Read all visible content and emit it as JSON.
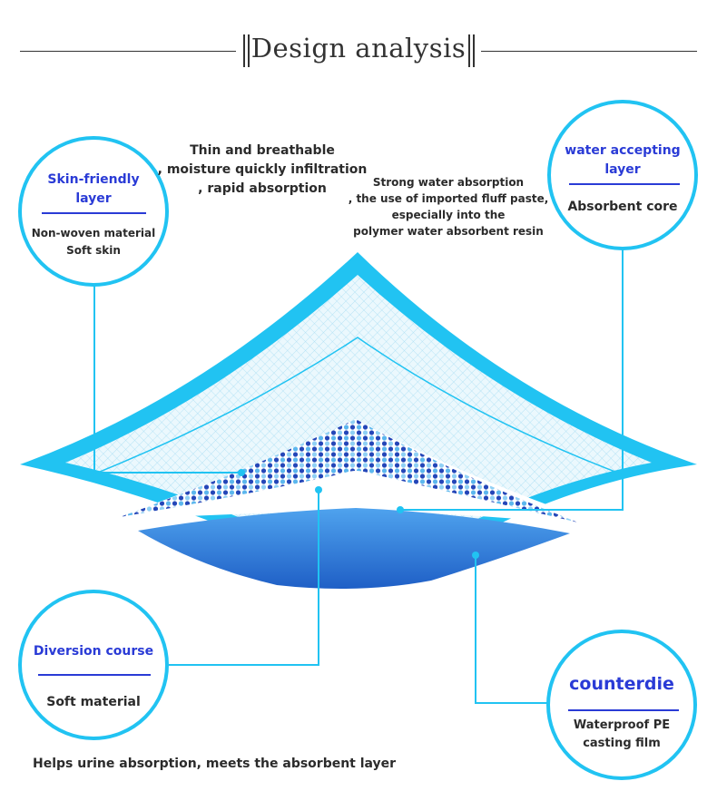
{
  "title": "Design analysis",
  "notes": {
    "breathable": [
      "Thin and breathable",
      ", moisture quickly infiltration",
      ", rapid absorption"
    ],
    "absorption": [
      "Strong water absorption",
      ", the use of imported fluff paste,",
      "especially into the",
      "polymer water absorbent resin"
    ],
    "urine": "Helps urine absorption, meets the absorbent layer"
  },
  "callouts": {
    "skin_friendly": {
      "title": [
        "Skin-friendly",
        "layer"
      ],
      "body": [
        "Non-woven material",
        "Soft skin"
      ]
    },
    "water_accepting": {
      "title": [
        "water accepting",
        "layer"
      ],
      "body": [
        "Absorbent core"
      ]
    },
    "diversion": {
      "title": [
        "Diversion course"
      ],
      "body": [
        "Soft material"
      ]
    },
    "counterdie": {
      "title": [
        "counterdie"
      ],
      "body": [
        "Waterproof PE",
        "casting film"
      ]
    }
  },
  "colors": {
    "outer_cyan": "#21c3f2",
    "label_blue": "#2a3bd6",
    "mesh_blue": "#cfeffb",
    "bottom_blue_dark": "#1f5fc6",
    "bottom_blue_light": "#4fa3ee",
    "dots_light": "#5cb7ee",
    "dots_dark": "#2446b8"
  }
}
